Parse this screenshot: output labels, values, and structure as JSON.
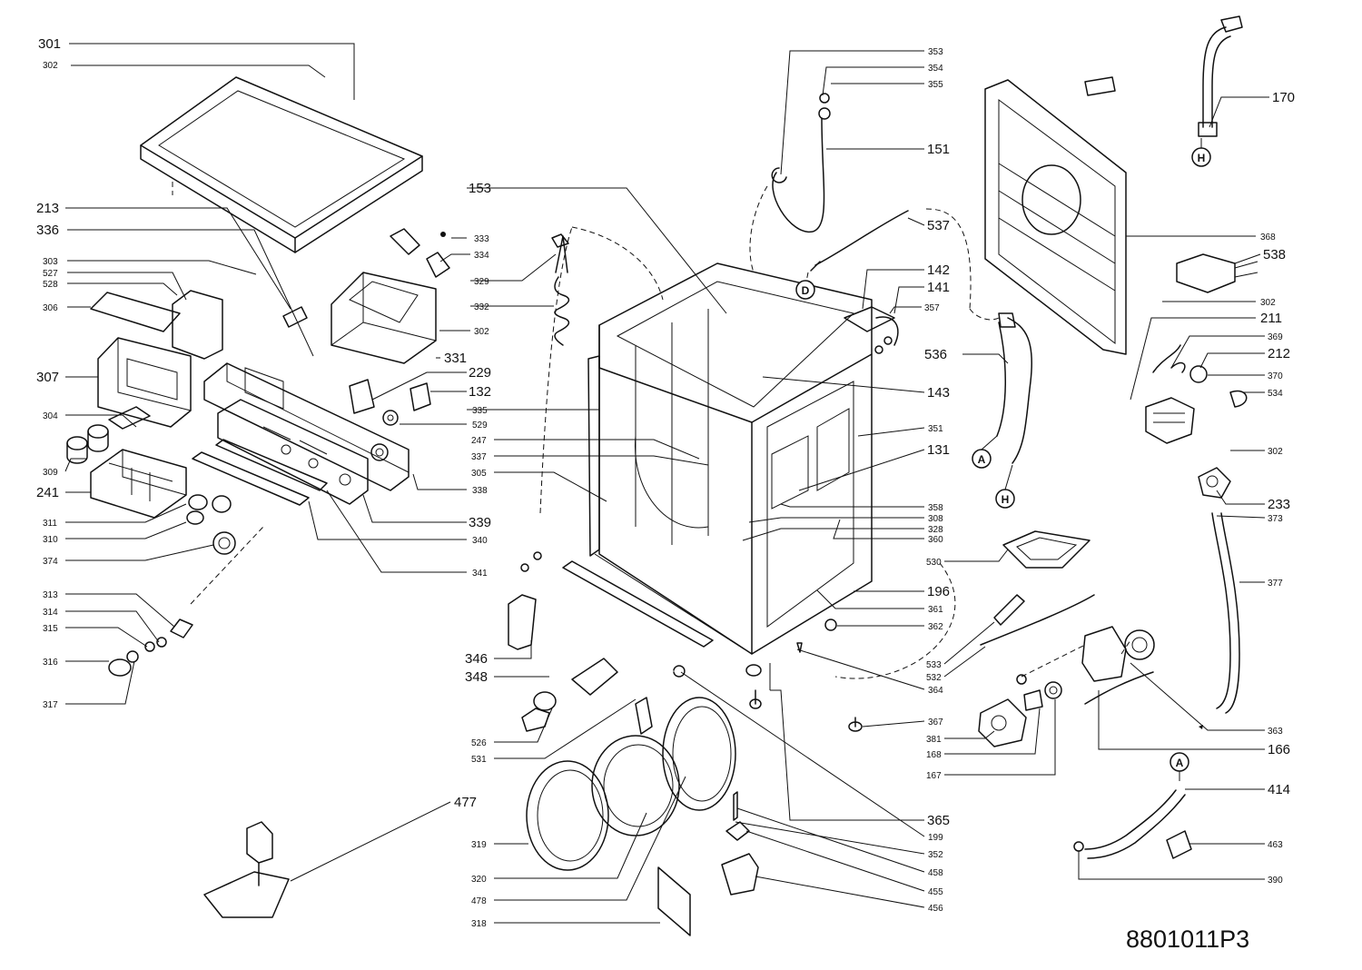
{
  "drawing_number": "8801011P3",
  "connector_markers": [
    "A",
    "D",
    "H"
  ],
  "part_labels": {
    "l301": "301",
    "l302a": "302",
    "l213": "213",
    "l336": "336",
    "l303": "303",
    "l527": "527",
    "l528": "528",
    "l306": "306",
    "l307": "307",
    "l304": "304",
    "l309": "309",
    "l241": "241",
    "l311": "311",
    "l310": "310",
    "l374": "374",
    "l313": "313",
    "l314": "314",
    "l315": "315",
    "l316": "316",
    "l317": "317",
    "l333": "333",
    "l334": "334",
    "l329": "329",
    "l332": "332",
    "l302b": "302",
    "l331": "331",
    "l229": "229",
    "l132": "132",
    "l335": "335",
    "l529": "529",
    "l338": "338",
    "l339": "339",
    "l340": "340",
    "l341": "341",
    "l153": "153",
    "l247": "247",
    "l337": "337",
    "l305": "305",
    "l346": "346",
    "l348": "348",
    "l526": "526",
    "l531": "531",
    "l477": "477",
    "l319": "319",
    "l320": "320",
    "l478": "478",
    "l318": "318",
    "l353": "353",
    "l354": "354",
    "l355": "355",
    "l151": "151",
    "l537": "537",
    "l142": "142",
    "l141": "141",
    "l357": "357",
    "l143": "143",
    "l351": "351",
    "l131": "131",
    "l358": "358",
    "l308": "308",
    "l328": "328",
    "l360": "360",
    "l196": "196",
    "l361": "361",
    "l362": "362",
    "l364": "364",
    "l367": "367",
    "l365": "365",
    "l199": "199",
    "l352": "352",
    "l458": "458",
    "l455": "455",
    "l456": "456",
    "l381": "381",
    "l168": "168",
    "l167": "167",
    "l533": "533",
    "l532": "532",
    "l530": "530",
    "l170": "170",
    "l368": "368",
    "l538": "538",
    "l302c": "302",
    "l211": "211",
    "l369": "369",
    "l212": "212",
    "l370": "370",
    "l534": "534",
    "l536": "536",
    "l302d": "302",
    "l233": "233",
    "l373": "373",
    "l377": "377",
    "l363": "363",
    "l166": "166",
    "l414": "414",
    "l463": "463",
    "l390": "390"
  }
}
